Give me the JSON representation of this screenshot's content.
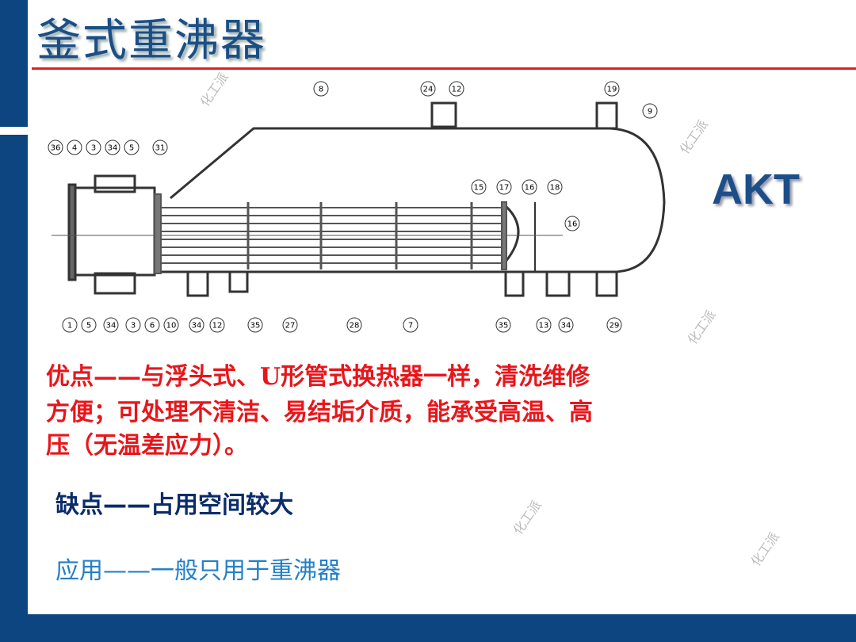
{
  "title": "釜式重沸器",
  "side_label": "AKT",
  "advantages": [
    "优点——与浮头式、U形管式换热器一样，清洗维修",
    "方便；可处理不清洁、易结垢介质，能承受高温、高",
    "压（无温差应力）。"
  ],
  "disadvantage": "缺点——占用空间较大",
  "application": "应用——一般只用于重沸器",
  "watermark": "化工派",
  "diagram_labels": {
    "top": [
      "8",
      "24",
      "12",
      "19",
      "9"
    ],
    "left_top": [
      "36",
      "4",
      "3",
      "34",
      "5",
      "31"
    ],
    "right": [
      "15",
      "17",
      "16",
      "18",
      "16"
    ],
    "bottom": [
      "1",
      "5",
      "34",
      "3",
      "6",
      "10",
      "34",
      "12",
      "35",
      "27",
      "28",
      "7",
      "35",
      "13",
      "34",
      "29"
    ]
  },
  "colors": {
    "frame": "#0c4580",
    "rule": "#e0231f",
    "advantage": "#e8161b",
    "disadvantage": "#0a2c6a",
    "application": "#2480c8"
  }
}
